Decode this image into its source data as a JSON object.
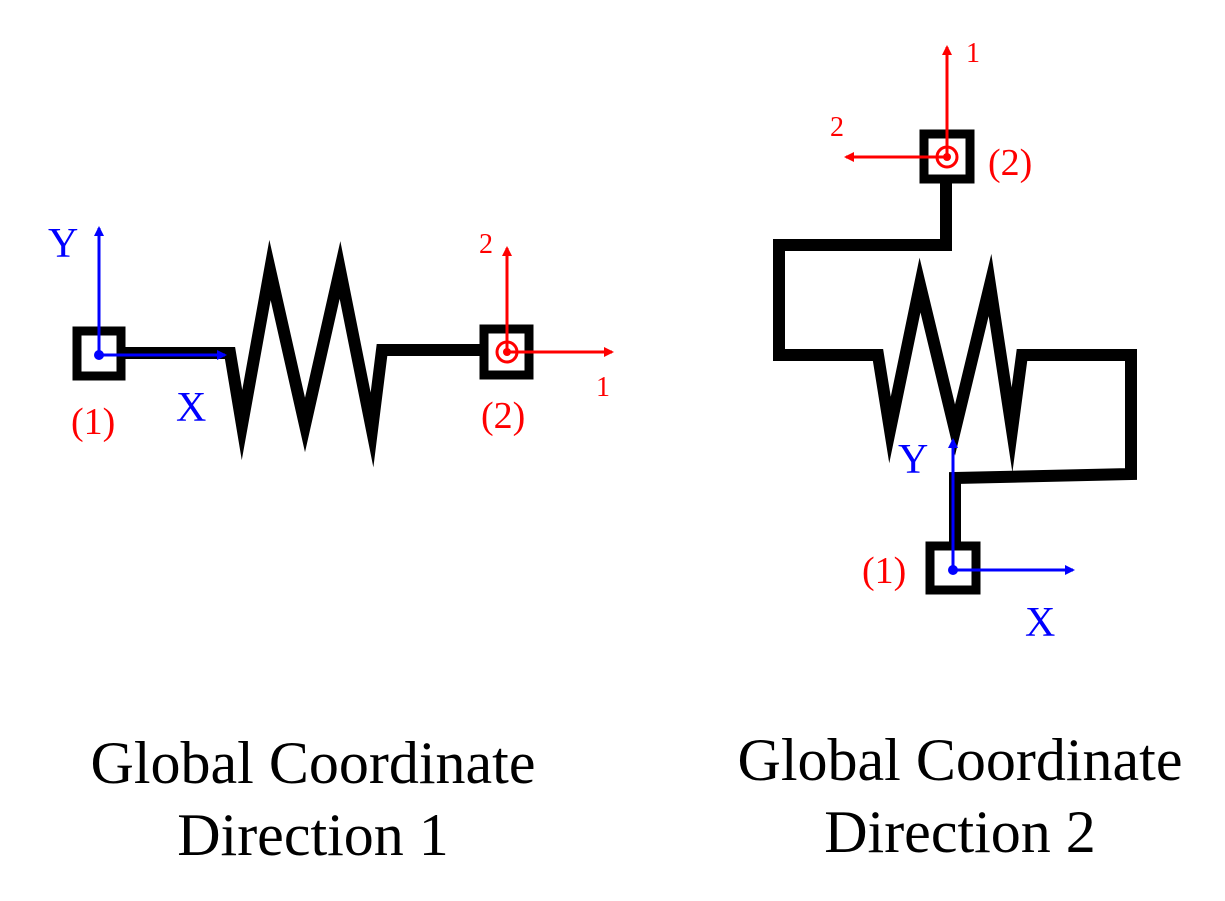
{
  "colors": {
    "local": "#ff0000",
    "global": "#0000ff",
    "structure": "#000000",
    "background": "#ffffff"
  },
  "diagram1": {
    "node1_label": "(1)",
    "node2_label": "(2)",
    "global_x_label": "X",
    "global_y_label": "Y",
    "local_axis1_label": "1",
    "local_axis2_label": "2",
    "caption_line1": "Global Coordinate",
    "caption_line2": "Direction 1"
  },
  "diagram2": {
    "node1_label": "(1)",
    "node2_label": "(2)",
    "global_x_label": "X",
    "global_y_label": "Y",
    "local_axis1_label": "1",
    "local_axis2_label": "2",
    "caption_line1": "Global Coordinate",
    "caption_line2": "Direction 2"
  }
}
